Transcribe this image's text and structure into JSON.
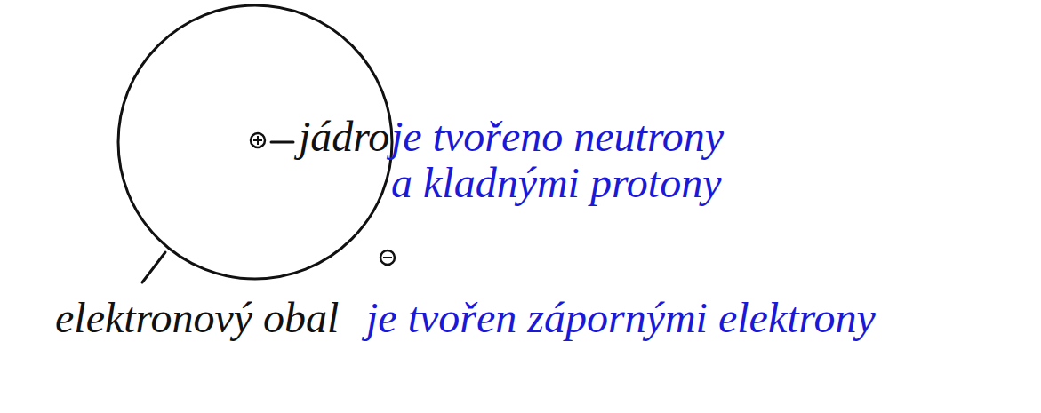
{
  "diagram": {
    "labels": [
      "jádro",
      "je tvořeno neutrony a kladnými protony",
      "elektronový obal",
      "je tvořen zápornými elektrony"
    ]
  }
}
